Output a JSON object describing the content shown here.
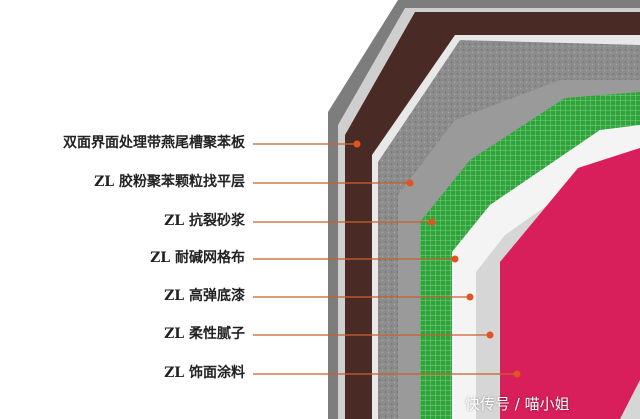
{
  "layers": [
    {
      "label": "双面界面处理带燕尾槽聚苯板",
      "color": "#4a2a24"
    },
    {
      "label": "ZL 胶粉聚苯颗粒找平层",
      "color": "#8a8a8a"
    },
    {
      "label": "ZL 抗裂砂浆",
      "color": "#9a9a9a"
    },
    {
      "label": "ZL 耐碱网格布",
      "color": "#2fa43c"
    },
    {
      "label": "ZL 高弹底漆",
      "color": "#f2f2f2"
    },
    {
      "label": "ZL 柔性腻子",
      "color": "#d8d8d8"
    },
    {
      "label": "ZL 饰面涂料",
      "color": "#d81e5b"
    }
  ],
  "leader_color": "#c8622e",
  "watermark": "快传号 / 喵小姐"
}
